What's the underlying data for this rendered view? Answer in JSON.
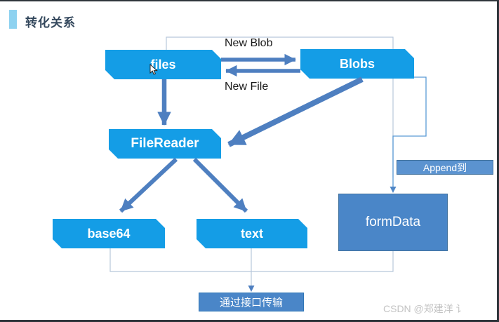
{
  "header": {
    "title": "转化关系"
  },
  "diagram": {
    "nodes": {
      "files": "files",
      "blobs": "Blobs",
      "filereader": "FileReader",
      "base64": "base64",
      "text": "text",
      "formdata": "formData"
    },
    "edges": {
      "new_blob": "New Blob",
      "new_file": "New File",
      "append": "Append到",
      "transport": "通过接口传输"
    }
  },
  "watermark": {
    "text": "CSDN @郑建洋 ",
    "partial_char": "讠"
  },
  "colors": {
    "node_fill": "#149de6",
    "arrow": "#4e7fc0",
    "panel_fill": "#4a86c8",
    "panel_border": "#41719c",
    "connector_gray": "#b8c7da",
    "connector_blue": "#5b9bd5",
    "title_accent": "#8ed2f0",
    "frame": "#2f353b",
    "watermark_text": "#c3c3c3"
  }
}
